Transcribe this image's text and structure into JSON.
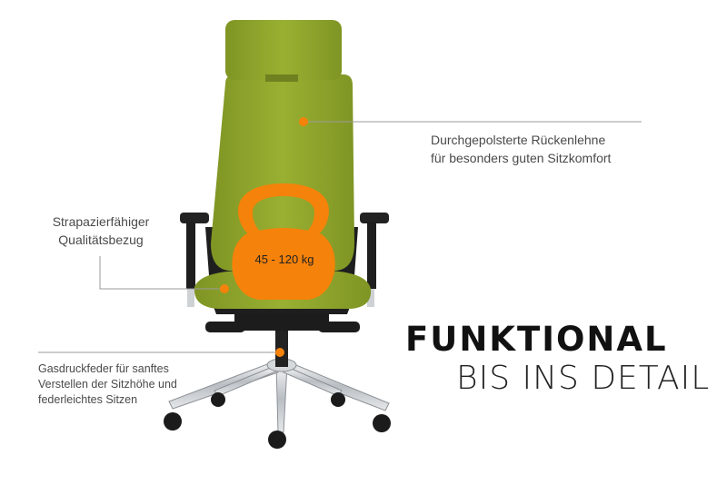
{
  "features": {
    "backrest": {
      "lines": [
        "Durchgepolsterte Rückenlehne",
        "für besonders guten Sitzkomfort"
      ]
    },
    "fabric": {
      "lines": [
        "Strapazierfähiger",
        "Qualitätsbezug"
      ]
    },
    "gas_spring": {
      "lines": [
        "Gasdruckfeder für sanftes",
        "Verstellen der Sitzhöhe und",
        "federleichtes Sitzen"
      ]
    }
  },
  "weight_badge": {
    "text": "45 - 120 kg",
    "icon": "kettlebell-icon"
  },
  "headline": {
    "line1": "FUNKTIONAL",
    "line2": "BIS INS DETAIL"
  },
  "colors": {
    "fabric_green": "#8fa62c",
    "accent_orange": "#f5820a",
    "frame": "#1d1d1d",
    "chrome": "#c8ccd0"
  }
}
